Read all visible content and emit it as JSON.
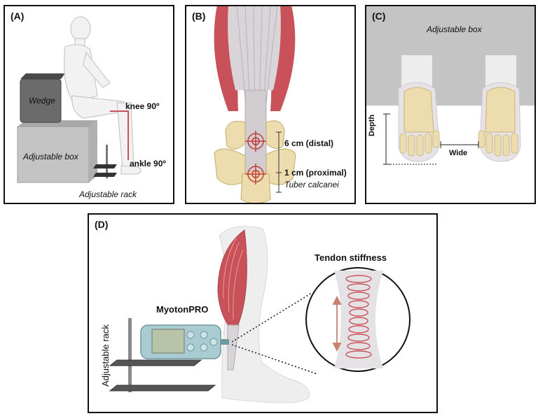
{
  "panels": {
    "a": {
      "label": "(A)",
      "wedge": "Wedge",
      "knee": "knee 90º",
      "ankle": "ankle 90º",
      "box": "Adjustable box",
      "rack": "Adjustable rack"
    },
    "b": {
      "label": "(B)",
      "distal": "6 cm (distal)",
      "proximal": "1 cm (proximal)",
      "tuber": "Tuber calcanei"
    },
    "c": {
      "label": "(C)",
      "box": "Adjustable box",
      "depth": "Depth",
      "wide": "Wide"
    },
    "d": {
      "label": "(D)",
      "device": "MyotonPRO",
      "stiffness": "Tendon stiffness",
      "rack": "Adjustable rack"
    }
  },
  "colors": {
    "muscle": "#c9525a",
    "muscle_light": "#e79a9a",
    "tendon": "#d8d6d8",
    "bone": "#ecdcae",
    "bone_edge": "#c9b57a",
    "skin": "#eeeeee",
    "box_gray": "#c4c4c4",
    "device_teal": "#a9ccd2",
    "target_red": "#c23b3b"
  }
}
